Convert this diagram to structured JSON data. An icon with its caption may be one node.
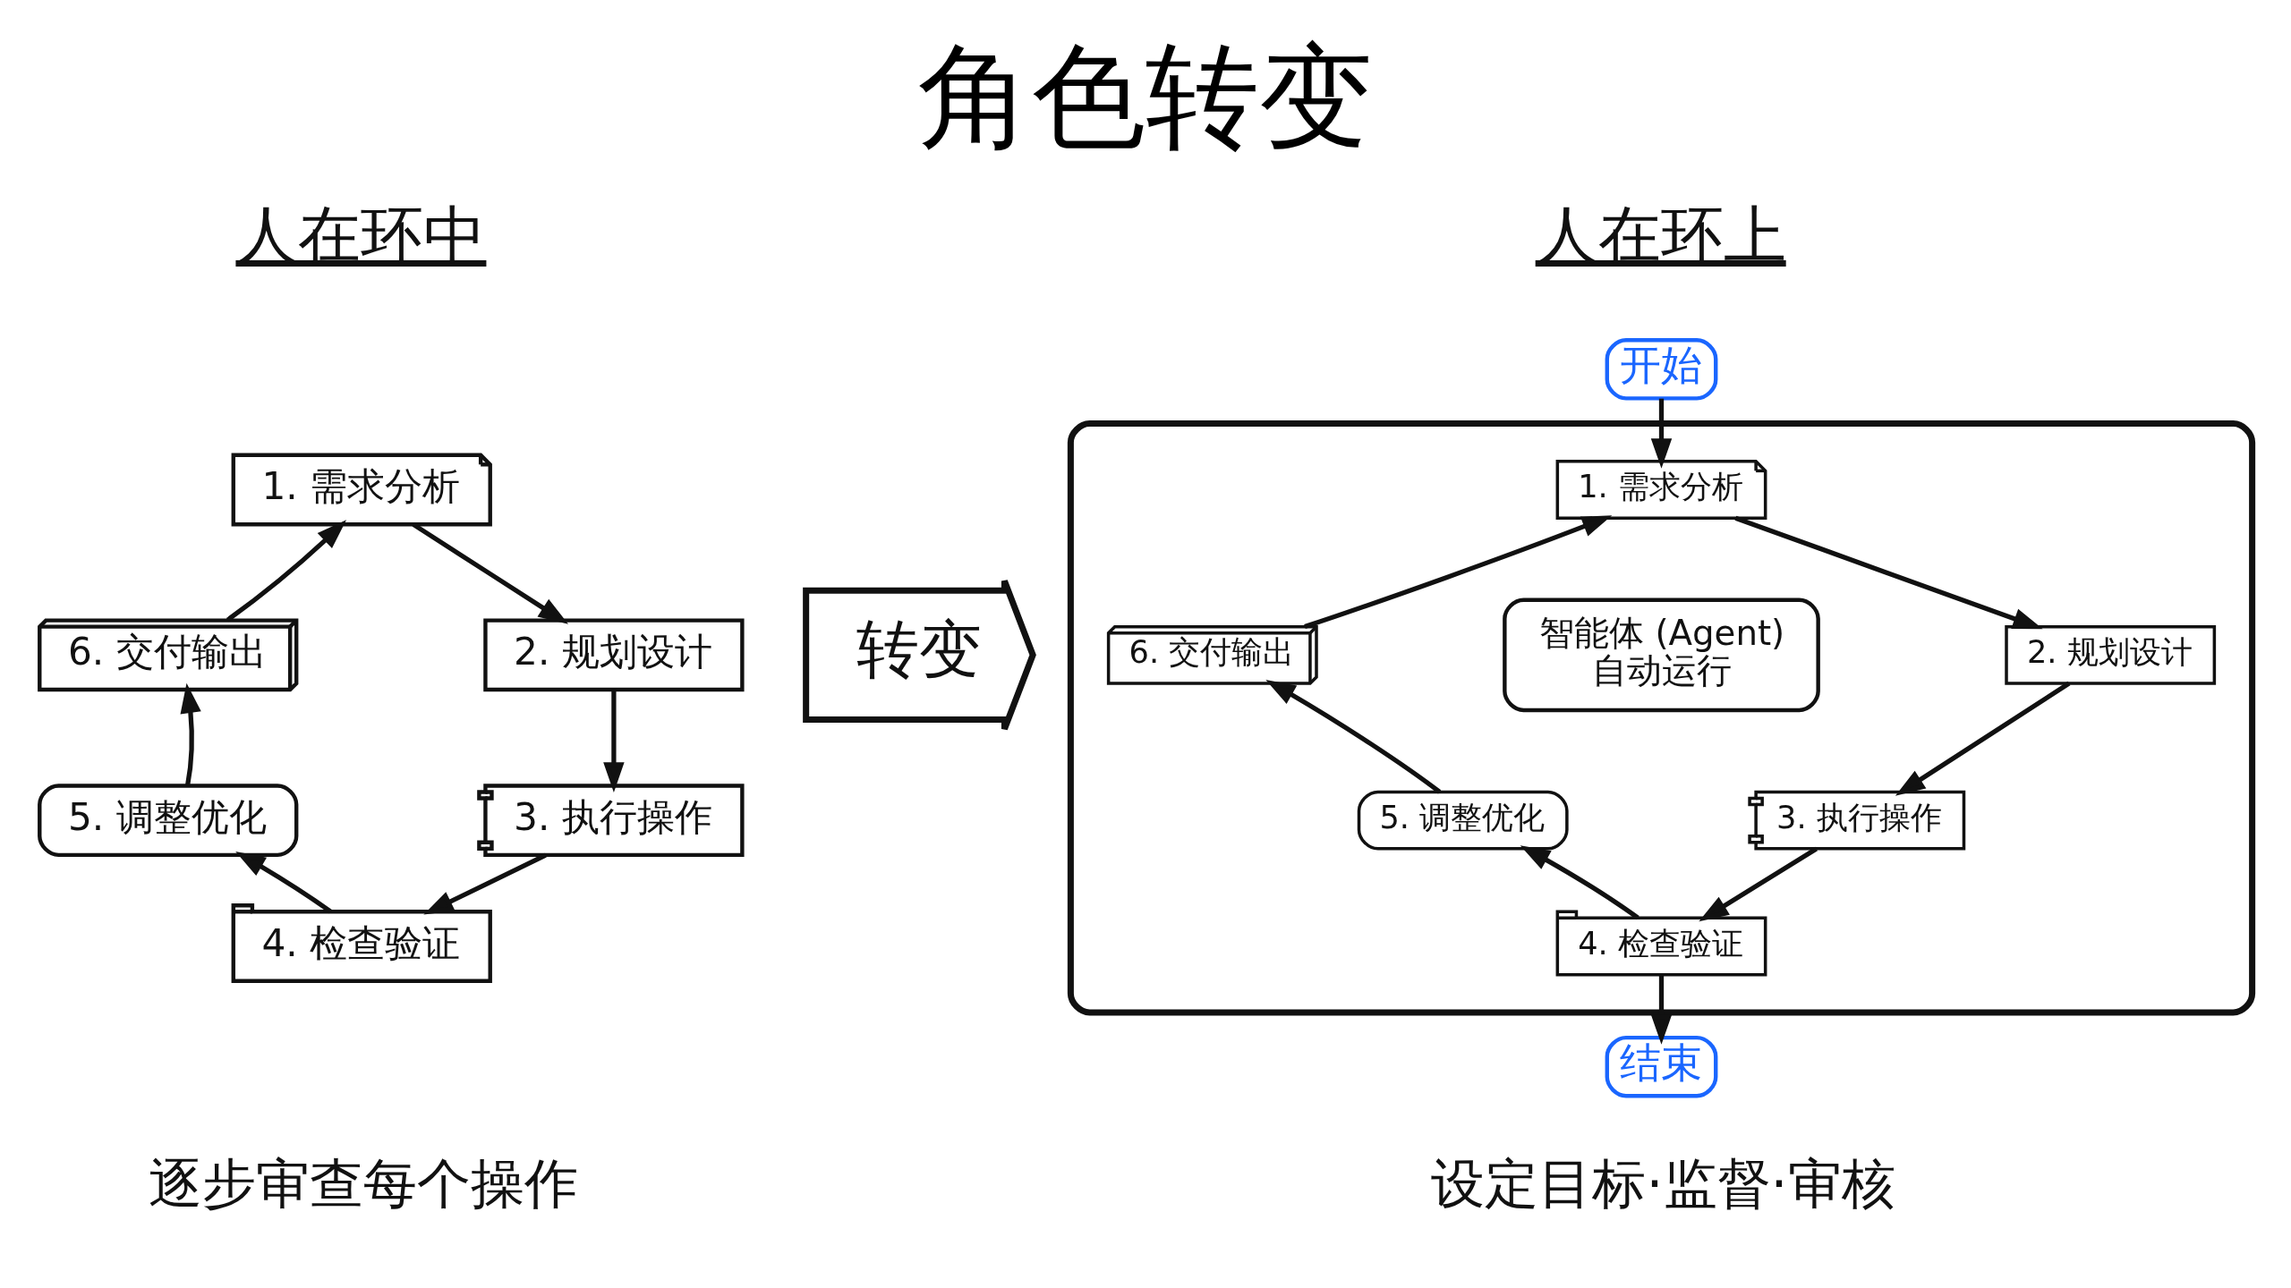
{
  "diagram": {
    "title": "角色转变",
    "nodes": [
      {
        "text": [
          "1. 需求分析"
        ]
      },
      {
        "text": [
          "2. 规划设计"
        ]
      },
      {
        "text": [
          "3. 执行操作"
        ]
      },
      {
        "text": [
          "4. 检查验证"
        ]
      },
      {
        "text": [
          "5. 调整优化"
        ]
      },
      {
        "text": [
          "6. 交付输出"
        ]
      },
      {
        "text": [
          "转变"
        ]
      },
      {
        "text": [
          "开始"
        ]
      },
      {
        "text": [],
        "shape": "ellipse"
      },
      {
        "text": [
          "1. 需求分析"
        ],
        "in": 8
      },
      {
        "text": [
          "2. 规划设计"
        ],
        "in": 8
      },
      {
        "text": [
          "3. 执行操作"
        ],
        "in": 8
      },
      {
        "text": [
          "4. 检查验证"
        ],
        "in": 8
      },
      {
        "text": [
          "5. 调整优化"
        ],
        "in": 8
      },
      {
        "text": [
          "6. 交付输出"
        ],
        "in": 8
      },
      {
        "text": [
          "智能体 (Agent)",
          "自动运行"
        ],
        "in": 8
      },
      {
        "text": [
          "结束"
        ]
      }
    ],
    "edges": [
      {
        "from": 0,
        "to": 1,
        "arrow": "to"
      },
      {
        "from": 1,
        "to": 2,
        "arrow": "to"
      },
      {
        "from": 2,
        "to": 3,
        "arrow": "to"
      },
      {
        "from": 3,
        "to": 4,
        "arrow": "to"
      },
      {
        "from": 4,
        "to": 5,
        "arrow": "to"
      },
      {
        "from": 5,
        "to": 0,
        "arrow": "to"
      },
      {
        "from": 7,
        "to": 9,
        "arrow": "to"
      },
      {
        "from": 9,
        "to": 10,
        "arrow": "to"
      },
      {
        "from": 10,
        "to": 11,
        "arrow": "to"
      },
      {
        "from": 11,
        "to": 12,
        "arrow": "to"
      },
      {
        "from": 12,
        "to": 13,
        "arrow": "to"
      },
      {
        "from": 13,
        "to": 14,
        "arrow": "to"
      },
      {
        "from": 14,
        "to": 9,
        "arrow": "to"
      },
      {
        "from": 12,
        "to": 16,
        "arrow": "to"
      }
    ],
    "labels": [
      "人在环中",
      "逐步审查每个操作",
      "人在环上",
      "设定目标·监督·审核"
    ]
  }
}
